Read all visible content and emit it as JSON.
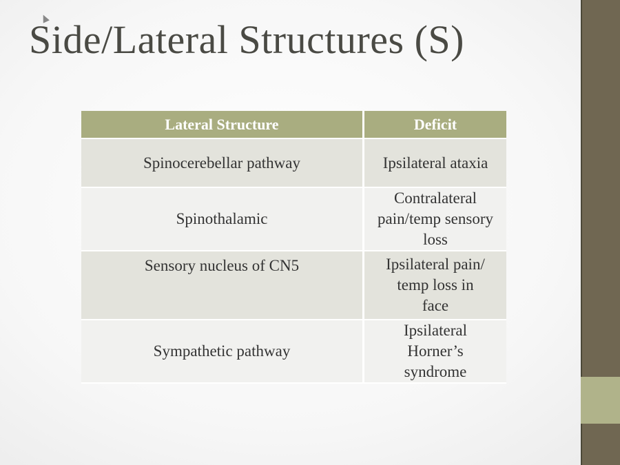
{
  "slide": {
    "title": "Side/Lateral Structures (S)",
    "table": {
      "headers": [
        "Lateral Structure",
        "Deficit"
      ],
      "rows": [
        {
          "structure": "Spinocerebellar pathway",
          "deficit": "Ipsilateral ataxia"
        },
        {
          "structure": "Spinothalamic",
          "deficit": "Contralateral pain/temp sensory loss"
        },
        {
          "structure": "Sensory nucleus of CN5",
          "deficit": "Ipsilateral pain/ temp loss in face"
        },
        {
          "structure": "Sympathetic pathway",
          "deficit": "Ipsilateral Horner’s syndrome"
        }
      ]
    }
  },
  "colors": {
    "header": "#a9ad80",
    "sidebar": "#706752",
    "accent": "#b0b38a"
  }
}
